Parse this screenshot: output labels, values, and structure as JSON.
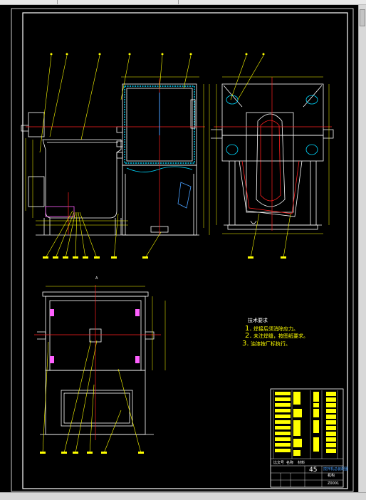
{
  "title_block": {
    "scale": "45",
    "header_labels": [
      "比文号",
      "名称",
      "材料"
    ],
    "assembly_name": "搅拌机总装配图",
    "drawing_label": "机构",
    "code": "Z0001"
  },
  "technical_requirements": {
    "heading": "技术要求",
    "items": [
      {
        "num": "1.",
        "text": "焊接后须消除应力。"
      },
      {
        "num": "2.",
        "text": "未注焊缝，按图纸要求。"
      },
      {
        "num": "3.",
        "text": "油漆按厂标执行。"
      }
    ]
  },
  "section_label": "A",
  "colors": {
    "frame": "#ffffff",
    "outline": "#ffffff",
    "leader": "#ffff00",
    "centerline": "#ff2020",
    "hatch": "#00d8ff",
    "table_fill": "#ffff00"
  }
}
